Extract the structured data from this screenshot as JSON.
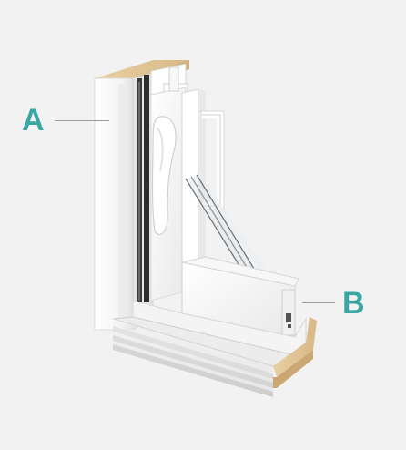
{
  "callouts": {
    "a": {
      "label": "A"
    },
    "b": {
      "label": "B"
    }
  },
  "colors": {
    "background": "#f2f2f2",
    "accent": "#3aa7a5",
    "frame": "#ffffff",
    "wood": "#e2c79c",
    "leader": "#9a9a9a"
  },
  "illustration": {
    "subject": "window-frame-cutaway",
    "parts": [
      "wood-core",
      "white-frame",
      "sash",
      "lock-handle",
      "glass-panes",
      "sill-track"
    ]
  }
}
